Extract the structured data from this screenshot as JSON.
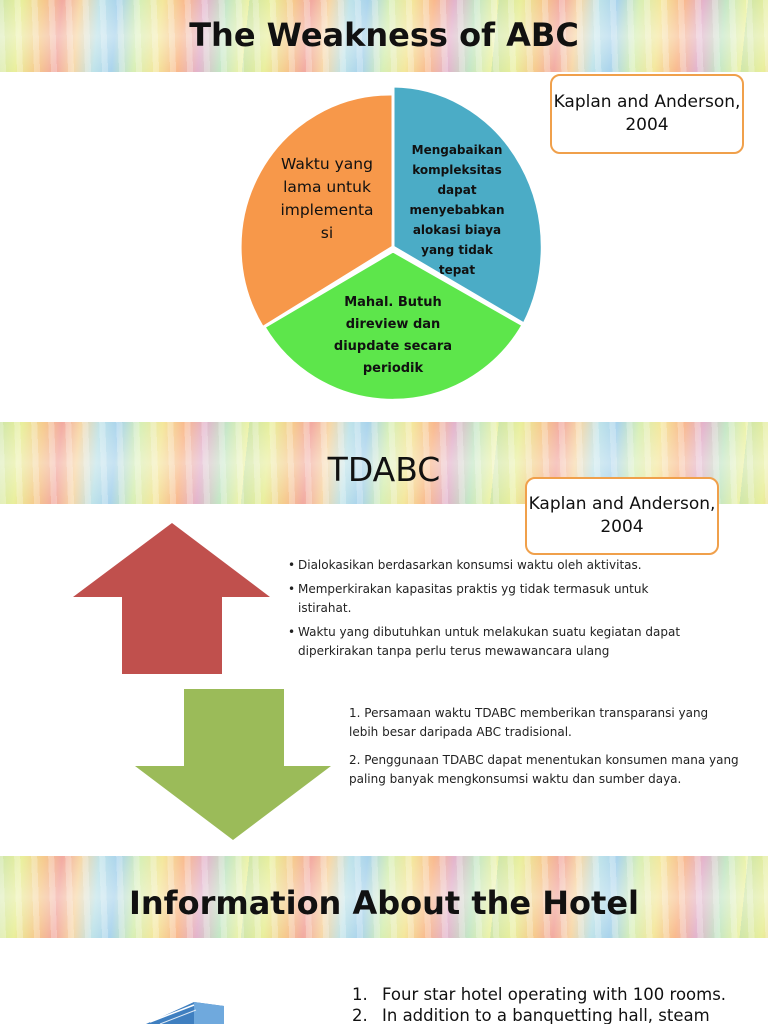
{
  "slide1": {
    "title": "The Weakness of ABC",
    "reference": "Kaplan and Anderson, 2004",
    "segments": [
      {
        "label": "Waktu yang lama untuk implementa si",
        "color": "#f7984a"
      },
      {
        "label": "Mengabaikan kompleksitas dapat menyebabkan alokasi biaya yang tidak tepat",
        "color": "#4bacc6"
      },
      {
        "label": "Mahal. Butuh direview dan diupdate secara periodik",
        "color": "#5de64b"
      }
    ]
  },
  "slide2": {
    "title": "TDABC",
    "reference": "Kaplan and Anderson, 2004",
    "up_arrow_color": "#c0504d",
    "down_arrow_color": "#9bbb59",
    "bullets": [
      "Dialokasikan berdasarkan konsumsi waktu oleh aktivitas.",
      "Memperkirakan kapasitas praktis yg tidak termasuk untuk istirahat.",
      "Waktu yang dibutuhkan untuk melakukan suatu kegiatan dapat diperkirakan tanpa perlu terus mewawancara ulang"
    ],
    "numbered": [
      "1. Persamaan waktu TDABC memberikan transparansi yang lebih besar daripada ABC tradisional.",
      "2. Penggunaan TDABC dapat menentukan konsumen mana yang paling banyak mengkonsumsi waktu dan sumber daya."
    ]
  },
  "slide3": {
    "title": "Information About the Hotel",
    "items": [
      {
        "num": "1.",
        "text": "Four star hotel operating with 100 rooms."
      },
      {
        "num": "2.",
        "text": "In addition to a banquetting hall, steam"
      }
    ]
  }
}
